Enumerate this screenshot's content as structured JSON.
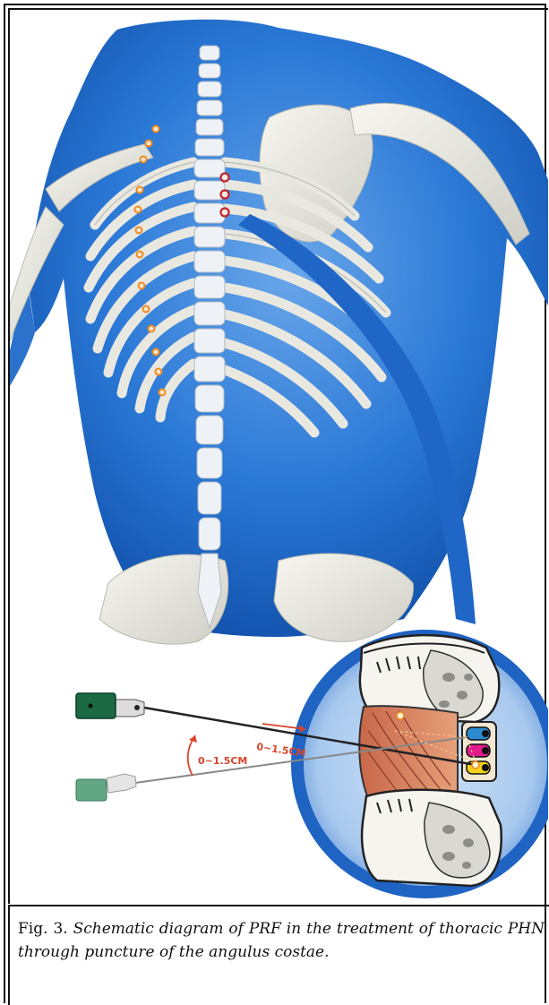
{
  "figure": {
    "labels": {
      "advance_distance": "0~1.5CM",
      "angle_distance": "0~1.5CM"
    },
    "colors": {
      "body_blue": "#1f6ed1",
      "bone": "#ecebe3",
      "marker_orange": "#f08a1c",
      "marker_red": "#c5222a",
      "needle_hub_dark": "#1c6a44",
      "needle_hub_light": "#63a684",
      "muscle": "#d9825d",
      "nerve_blue": "#2b8ad0",
      "nerve_magenta": "#e21a8c",
      "nerve_yellow": "#f3d21a"
    }
  },
  "caption": {
    "number": "Fig. 3.",
    "text": "Schematic diagram of PRF in the treatment of thoracic PHN through puncture of the angulus costae."
  }
}
